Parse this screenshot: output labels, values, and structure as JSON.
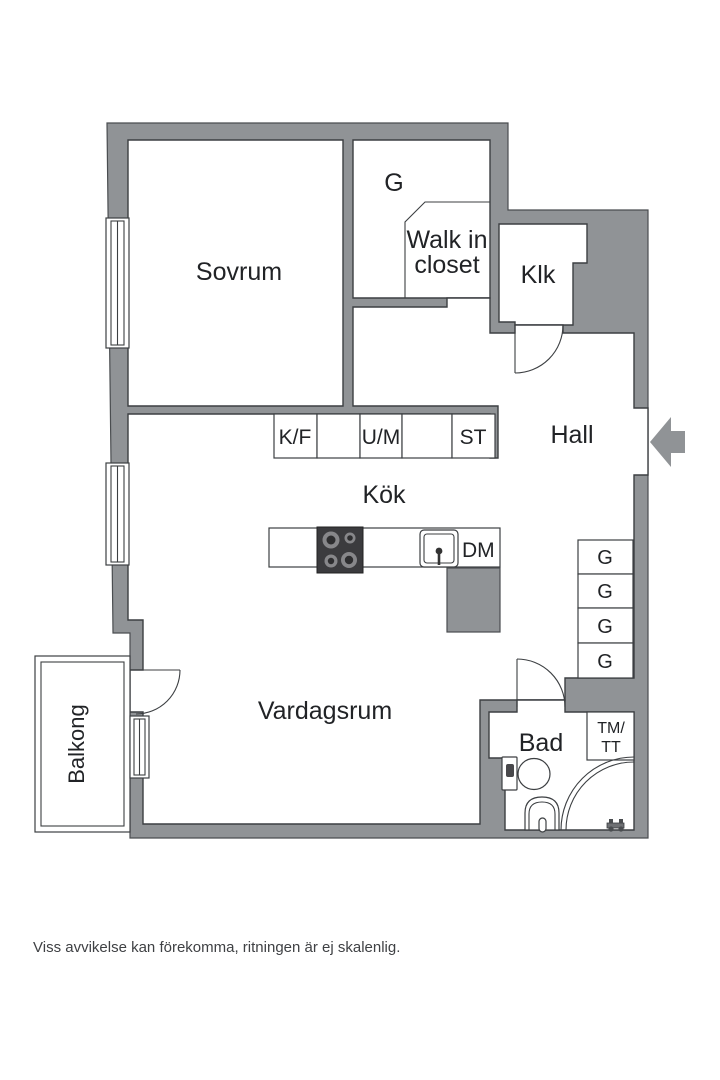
{
  "colors": {
    "wall_gray": "#909396",
    "outline_dark": "#3c3f42",
    "text_dark": "#212326",
    "stove_dark": "#3b3b3e",
    "background": "#ffffff"
  },
  "labels": {
    "sovrum": "Sovrum",
    "closet_wardrobe": "G",
    "walk_in_line1": "Walk in",
    "walk_in_line2": "closet",
    "klk": "Klk",
    "hall": "Hall",
    "kok": "Kök",
    "vardagsrum": "Vardagsrum",
    "bad": "Bad",
    "balkong": "Balkong",
    "dm": "DM",
    "tm_line1": "TM/",
    "tm_line2": "TT"
  },
  "kitchen_cabinets": [
    {
      "label": "K/F"
    },
    {
      "label": ""
    },
    {
      "label": "U/M"
    },
    {
      "label": ""
    },
    {
      "label": "ST"
    }
  ],
  "wardrobes": [
    {
      "label": "G"
    },
    {
      "label": "G"
    },
    {
      "label": "G"
    },
    {
      "label": "G"
    }
  ],
  "disclaimer": "Viss avvikelse kan förekomma, ritningen är ej skalenlig."
}
